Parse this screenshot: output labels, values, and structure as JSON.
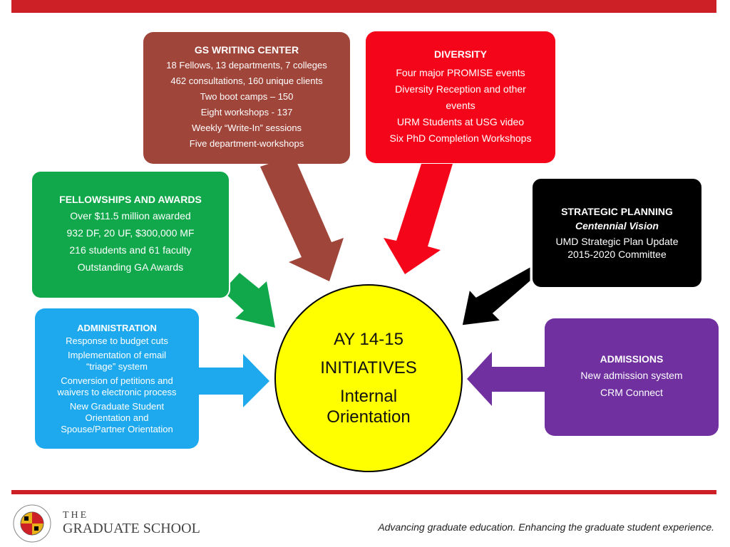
{
  "colors": {
    "accent_red": "#cc1f26",
    "writing_center": "#a0453a",
    "diversity": "#f5051a",
    "fellowships": "#10a84a",
    "strategic": "#000000",
    "administration": "#1ea9ee",
    "admissions": "#7030a0",
    "center": "#ffff00"
  },
  "writing_center": {
    "title": "GS WRITING CENTER",
    "lines": [
      "18 Fellows, 13 departments, 7 colleges",
      "462 consultations, 160 unique clients",
      "Two boot camps – 150",
      "Eight workshops  - 137",
      "Weekly “Write-In” sessions",
      "Five department-workshops"
    ]
  },
  "diversity": {
    "title": "DIVERSITY",
    "lines": [
      "Four major PROMISE events",
      "Diversity Reception and other",
      "events",
      "URM Students at USG video",
      "Six PhD Completion Workshops"
    ]
  },
  "fellowships": {
    "title": "FELLOWSHIPS AND AWARDS",
    "lines": [
      "Over $11.5 million awarded",
      "932 DF, 20 UF, $300,000 MF",
      "216 students and 61 faculty",
      "Outstanding GA Awards"
    ]
  },
  "strategic": {
    "title": "STRATEGIC PLANNING",
    "lines": [
      "Centennial Vision",
      "UMD Strategic Plan Update",
      "2015-2020 Committee"
    ]
  },
  "administration": {
    "title": "ADMINISTRATION",
    "lines": [
      "Response to budget cuts",
      "Implementation of email",
      "“triage” system",
      "Conversion of petitions and",
      "waivers to electronic process",
      "New Graduate Student",
      "Orientation and",
      "Spouse/Partner Orientation"
    ]
  },
  "admissions": {
    "title": "ADMISSIONS",
    "lines": [
      "New admission system",
      "CRM Connect"
    ]
  },
  "center": {
    "line1": "AY 14-15",
    "line2": "INITIATIVES",
    "line3": "Internal",
    "line4": "Orientation"
  },
  "footer": {
    "logo_the": "THE",
    "logo_name": "GRADUATE SCHOOL",
    "tagline": "Advancing graduate education. Enhancing the graduate student experience."
  }
}
